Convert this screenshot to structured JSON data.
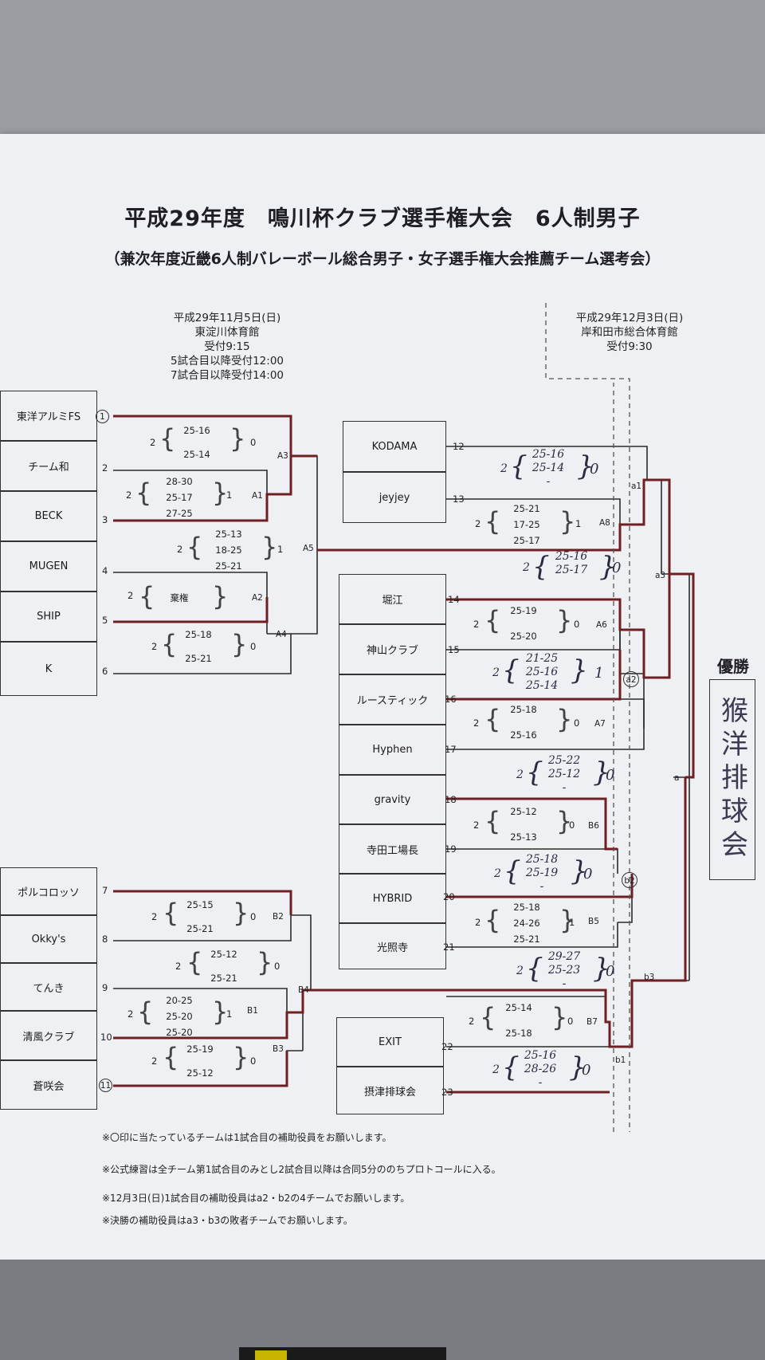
{
  "header": {
    "title": "平成29年度　鳴川杯クラブ選手権大会　6人制男子",
    "subtitle": "（兼次年度近畿6人制バレーボール総合男子・女子選手権大会推薦チーム選考会）"
  },
  "venue1": {
    "date": "平成29年11月5日(日)",
    "place": "東淀川体育館",
    "reception": "受付9:15",
    "note5": "5試合目以降受付12:00",
    "note7": "7試合目以降受付14:00"
  },
  "venue2": {
    "date": "平成29年12月3日(日)",
    "place": "岸和田市総合体育館",
    "reception": "受付9:30"
  },
  "left_teams": [
    {
      "seed": "1",
      "name": "東洋アルミFS",
      "circled": true
    },
    {
      "seed": "2",
      "name": "チーム和",
      "circled": false
    },
    {
      "seed": "3",
      "name": "BECK",
      "circled": false
    },
    {
      "seed": "4",
      "name": "MUGEN",
      "circled": false
    },
    {
      "seed": "5",
      "name": "SHIP",
      "circled": false
    },
    {
      "seed": "6",
      "name": "K",
      "circled": false
    },
    {
      "seed": "7",
      "name": "ポルコロッソ",
      "circled": false
    },
    {
      "seed": "8",
      "name": "Okky's",
      "circled": false
    },
    {
      "seed": "9",
      "name": "てんき",
      "circled": false
    },
    {
      "seed": "10",
      "name": "清風クラブ",
      "circled": false
    },
    {
      "seed": "11",
      "name": "蒼咲会",
      "circled": true
    }
  ],
  "middle_teams": [
    {
      "seed": "12",
      "name": "KODAMA"
    },
    {
      "seed": "13",
      "name": "jeyjey"
    },
    {
      "seed": "14",
      "name": "堀江"
    },
    {
      "seed": "15",
      "name": "神山クラブ"
    },
    {
      "seed": "16",
      "name": "ルースティック"
    },
    {
      "seed": "17",
      "name": "Hyphen"
    },
    {
      "seed": "18",
      "name": "gravity"
    },
    {
      "seed": "19",
      "name": "寺田工場長"
    },
    {
      "seed": "20",
      "name": "HYBRID"
    },
    {
      "seed": "21",
      "name": "光照寺"
    },
    {
      "seed": "22",
      "name": "EXIT"
    },
    {
      "seed": "23",
      "name": "摂津排球会"
    }
  ],
  "matches": {
    "A1": {
      "label": "A1",
      "w": "2",
      "sets": [
        "28-30",
        "25-17",
        "27-25"
      ],
      "l": "1"
    },
    "A2": {
      "label": "A2",
      "w": "2",
      "sets": [
        "棄権"
      ],
      "l": ""
    },
    "A3": {
      "label": "A3",
      "w": "2",
      "sets": [
        "25-16",
        "25-14"
      ],
      "l": "0"
    },
    "A4": {
      "label": "A4",
      "w": "2",
      "sets": [
        "25-18",
        "25-21"
      ],
      "l": "0"
    },
    "A5": {
      "label": "A5",
      "w": "2",
      "sets": [
        "25-13",
        "18-25",
        "25-21"
      ],
      "l": "1"
    },
    "A6": {
      "label": "A6",
      "w": "2",
      "sets": [
        "25-19",
        "25-20"
      ],
      "l": "0"
    },
    "A7": {
      "label": "A7",
      "w": "2",
      "sets": [
        "25-18",
        "25-16"
      ],
      "l": "0"
    },
    "A8": {
      "label": "A8",
      "w": "2",
      "sets": [
        "25-21",
        "17-25",
        "25-17"
      ],
      "l": "1"
    },
    "B1": {
      "label": "B1",
      "w": "2",
      "sets": [
        "20-25",
        "25-20",
        "25-20"
      ],
      "l": "1"
    },
    "B2": {
      "label": "B2",
      "w": "2",
      "sets": [
        "25-15",
        "25-21"
      ],
      "l": "0"
    },
    "B3": {
      "label": "B3",
      "w": "2",
      "sets": [
        "25-19",
        "25-12"
      ],
      "l": "0"
    },
    "B4": {
      "label": "B4",
      "w": "2",
      "sets": [
        "25-12",
        "25-21"
      ],
      "l": "0"
    },
    "B5": {
      "label": "B5",
      "w": "2",
      "sets": [
        "25-18",
        "24-26",
        "25-21"
      ],
      "l": "1"
    },
    "B6": {
      "label": "B6",
      "w": "2",
      "sets": [
        "25-12",
        "25-13"
      ],
      "l": "0"
    },
    "B7": {
      "label": "B7",
      "w": "2",
      "sets": [
        "25-14",
        "25-18"
      ],
      "l": "0"
    }
  },
  "final_round": {
    "a1": {
      "label": "a1",
      "w": "2",
      "sets": [
        "25-16",
        "25-14",
        "-"
      ],
      "l": "0"
    },
    "a2": {
      "label": "a2",
      "w": "2",
      "sets": [
        "21-25",
        "25-16",
        "25-14"
      ],
      "l": "1"
    },
    "a3": {
      "label": "a3",
      "w": "2",
      "sets": [
        "25-16",
        "25-17"
      ],
      "l": "0"
    },
    "b1": {
      "label": "b1",
      "w": "2",
      "sets": [
        "25-16",
        "28-26",
        "-"
      ],
      "l": "0"
    },
    "b2": {
      "label": "b2",
      "w": "2",
      "sets": [
        "25-18",
        "25-19",
        "-"
      ],
      "l": "0"
    },
    "b3": {
      "label": "b3",
      "w": "2",
      "sets": [
        "29-27",
        "25-23",
        "-"
      ],
      "l": "0"
    },
    "a0": {
      "label": "a",
      "w": "2",
      "sets": [
        "25-22",
        "25-12",
        "-"
      ],
      "l": "0"
    }
  },
  "winner": {
    "title": "優勝",
    "name": "猴洋排球会"
  },
  "notes": [
    "※〇印に当たっているチームは1試合目の補助役員をお願いします。",
    "※公式練習は全チーム第1試合目のみとし2試合目以降は合同5分ののちプロトコールに入る。",
    "※12月3日(日)1試合目の補助役員はa2・b2の4チームでお願いします。",
    "※決勝の補助役員はa3・b3の敗者チームでお願いします。"
  ],
  "colors": {
    "winner_line": "#6e1f22",
    "line": "#2b2b2b",
    "paper": "#eef0f3"
  }
}
